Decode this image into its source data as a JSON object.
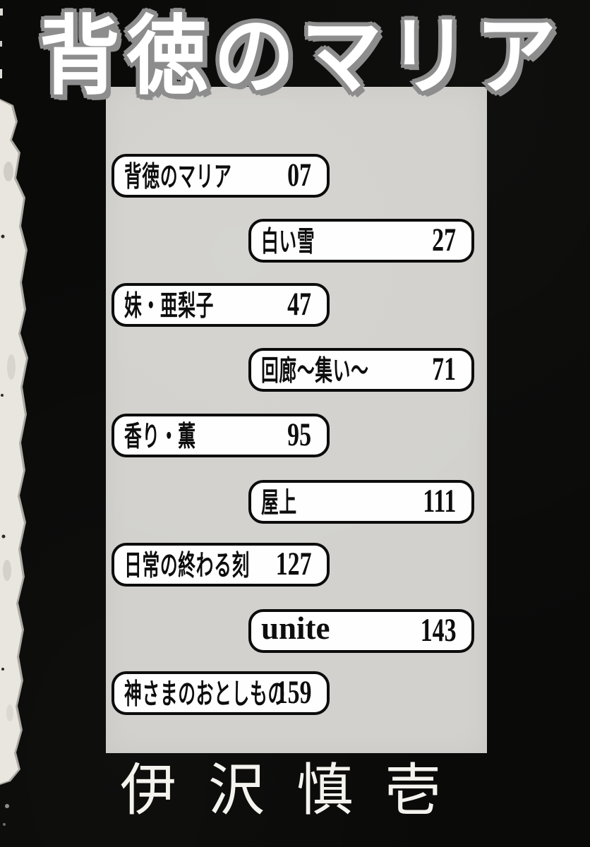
{
  "page": {
    "title": "背徳のマリア",
    "title_chars": [
      "背",
      "徳",
      "の",
      "マ",
      "リ",
      "ア"
    ],
    "author": "伊沢慎壱",
    "author_chars": [
      "伊",
      "沢",
      "慎",
      "壱"
    ]
  },
  "toc": {
    "items": [
      {
        "title": "背徳のマリア",
        "page": "07",
        "align": "left"
      },
      {
        "title": "白い雪",
        "page": "27",
        "align": "right"
      },
      {
        "title": "妹・亜梨子",
        "page": "47",
        "align": "left"
      },
      {
        "title": "回廊～集い～",
        "page": "71",
        "align": "right"
      },
      {
        "title": "香り・薫",
        "page": "95",
        "align": "left"
      },
      {
        "title": "屋上",
        "page": "111",
        "align": "right"
      },
      {
        "title": "日常の終わる刻",
        "page": "127",
        "align": "left"
      },
      {
        "title": "unite",
        "page": "143",
        "align": "right"
      },
      {
        "title": "神さまのおとしもの",
        "page": "159",
        "align": "left"
      }
    ]
  },
  "colors": {
    "background": "#0a0a09",
    "panel": "#d2d1cd",
    "box_fill": "#fefefe",
    "box_border": "#0c0c0c",
    "title_fill": "#ffffff",
    "title_outline": "#8d8d8d",
    "author_text": "#f4f3ee",
    "torn_edge": "#e9e6df"
  }
}
